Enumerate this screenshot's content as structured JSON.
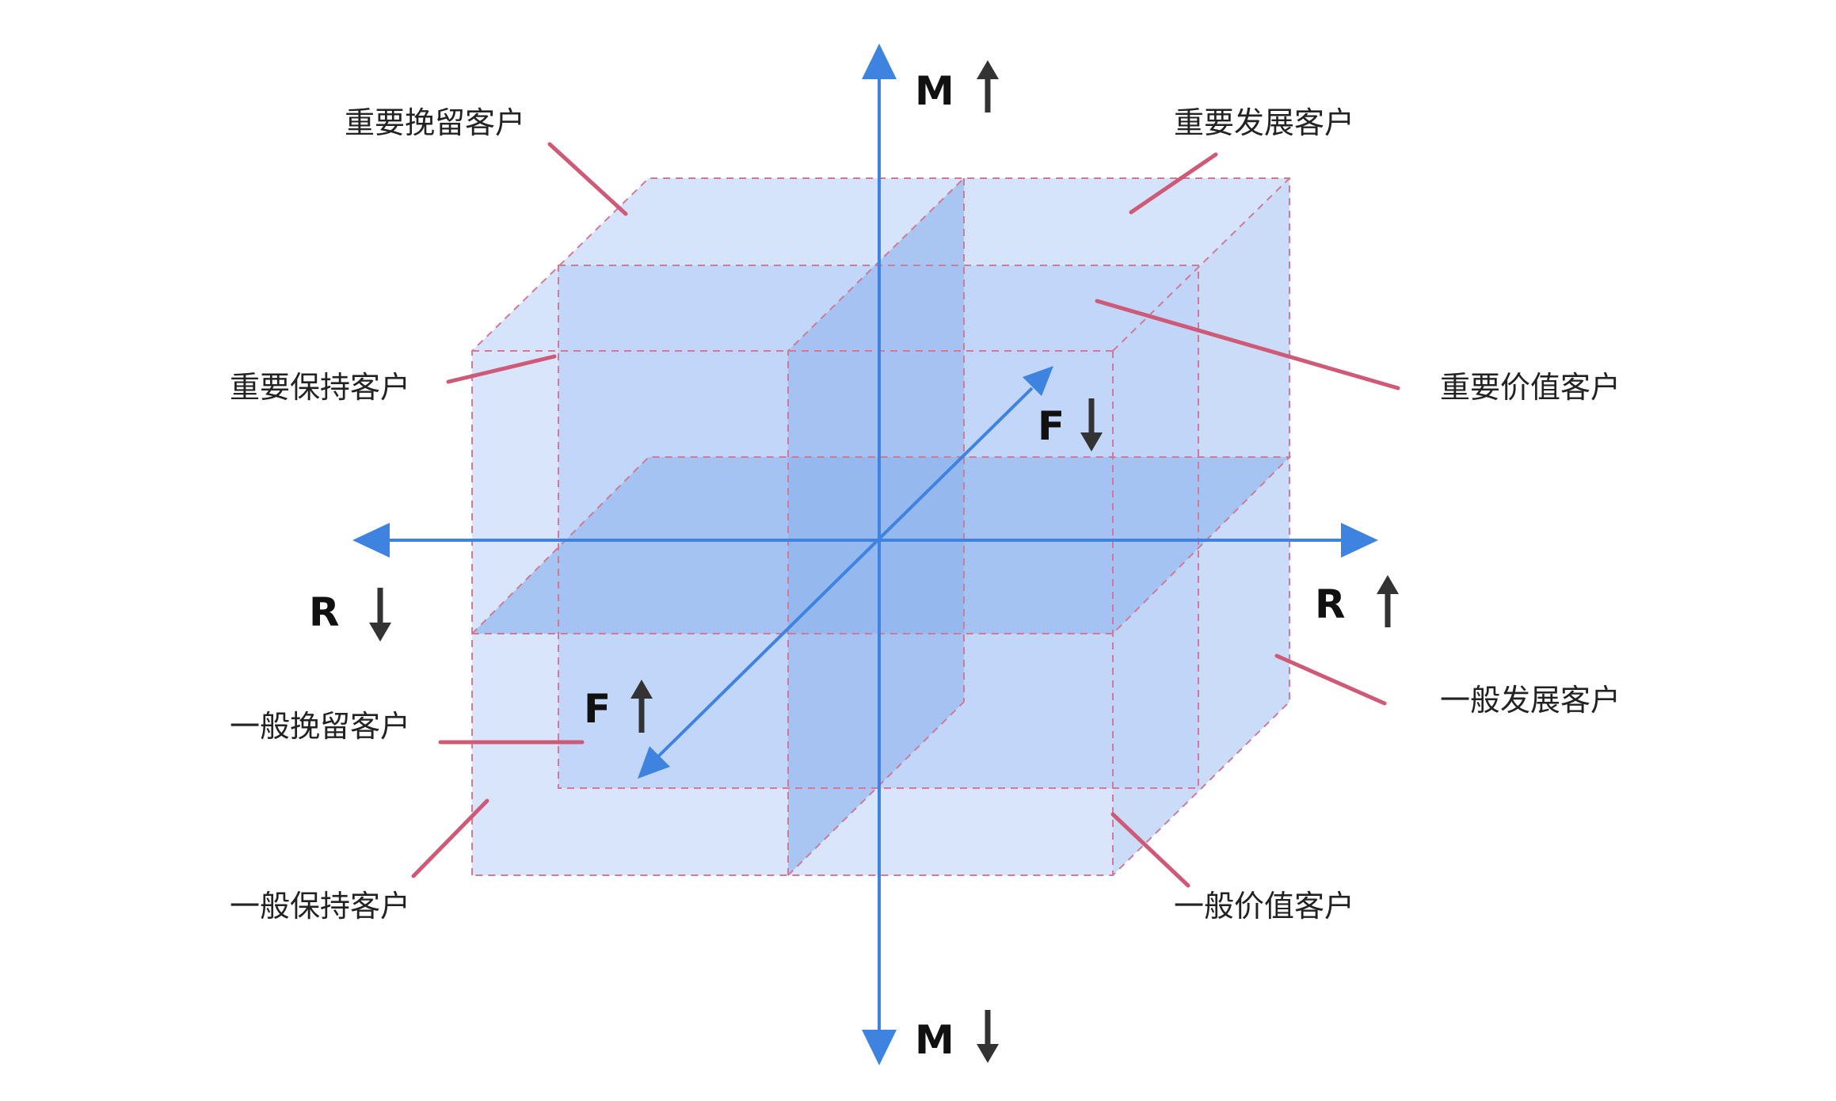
{
  "axes": {
    "m_top": {
      "letter": "M",
      "direction": "up"
    },
    "m_bottom": {
      "letter": "M",
      "direction": "down"
    },
    "r_right": {
      "letter": "R",
      "direction": "up"
    },
    "r_left": {
      "letter": "R",
      "direction": "down"
    },
    "f_back": {
      "letter": "F",
      "direction": "down"
    },
    "f_front": {
      "letter": "F",
      "direction": "up"
    }
  },
  "segments": {
    "important_retain": "重要挽留客户",
    "important_develop": "重要发展客户",
    "important_keep": "重要保持客户",
    "important_value": "重要价值客户",
    "general_retain": "一般挽留客户",
    "general_develop": "一般发展客户",
    "general_keep": "一般保持客户",
    "general_value": "一般价值客户"
  },
  "colors": {
    "axis": "#3f83e0",
    "leader": "#cf5a78",
    "cube_light": "#d6e4fb",
    "cube_mid": "#b4cef6",
    "cube_deep": "#9bbef1",
    "dashed_edge": "#d07b95",
    "direction_arrow": "#333333"
  }
}
